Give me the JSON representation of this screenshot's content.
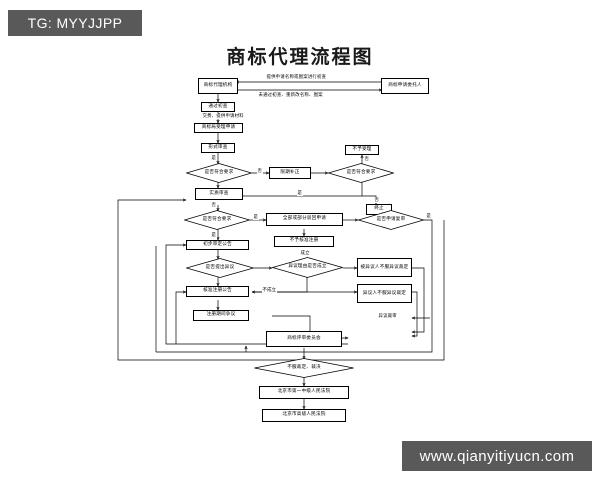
{
  "overlays": {
    "tg_badge": "TG: MYYJJPP",
    "site_badge": "www.qianyitiyucn.com",
    "badge_bg": "#595959",
    "badge_text_color": "#ffffff"
  },
  "chart_data": {
    "type": "diagram",
    "title": "商标代理流程图",
    "subtype": "flowchart",
    "background": "#ffffff",
    "line_color": "#000000",
    "nodes": [
      {
        "id": "n1",
        "label": "商标代理机构",
        "shape": "rect"
      },
      {
        "id": "n2",
        "label": "商标申请委托人",
        "shape": "rect"
      },
      {
        "id": "n3",
        "label": "通过初查",
        "shape": "rect"
      },
      {
        "id": "n4",
        "label": "商标局受理申请",
        "shape": "rect"
      },
      {
        "id": "n5",
        "label": "形式审查",
        "shape": "rect"
      },
      {
        "id": "n6",
        "label": "是否符合要求",
        "shape": "diamond"
      },
      {
        "id": "n7",
        "label": "限期补正",
        "shape": "rect"
      },
      {
        "id": "n8",
        "label": "是否符合要求",
        "shape": "diamond"
      },
      {
        "id": "n9",
        "label": "不予受理",
        "shape": "rect"
      },
      {
        "id": "n10",
        "label": "终止",
        "shape": "rect"
      },
      {
        "id": "n11",
        "label": "实质审查",
        "shape": "rect"
      },
      {
        "id": "n12",
        "label": "是否符合要求",
        "shape": "diamond"
      },
      {
        "id": "n13",
        "label": "全部或部分驳回申请",
        "shape": "rect"
      },
      {
        "id": "n14",
        "label": "是否申请复审",
        "shape": "diamond"
      },
      {
        "id": "n15",
        "label": "不予核准注册",
        "shape": "rect"
      },
      {
        "id": "n16",
        "label": "初步审定公告",
        "shape": "rect"
      },
      {
        "id": "n17",
        "label": "是否提出异议",
        "shape": "diamond"
      },
      {
        "id": "n18",
        "label": "异议理由是否成立",
        "shape": "diamond"
      },
      {
        "id": "n19",
        "label": "被异议人不服异议裁定",
        "shape": "rect"
      },
      {
        "id": "n20",
        "label": "核准注册公告",
        "shape": "rect"
      },
      {
        "id": "n21",
        "label": "异议人不服异议裁定",
        "shape": "rect"
      },
      {
        "id": "n22",
        "label": "注册期间争议",
        "shape": "rect"
      },
      {
        "id": "n23",
        "label": "商标评审委员会",
        "shape": "rect"
      },
      {
        "id": "n24",
        "label": "不服裁定、裁决",
        "shape": "diamond"
      },
      {
        "id": "n25",
        "label": "北京市第一中级人民法院",
        "shape": "rect"
      },
      {
        "id": "n26",
        "label": "北京市高级人民法院",
        "shape": "rect"
      }
    ],
    "edge_labels": [
      {
        "id": "e1",
        "text": "提供申请名称或图案进行初查"
      },
      {
        "id": "e2",
        "text": "未通过初查、重新改名称、图案"
      },
      {
        "id": "e3",
        "text": "交费、提供申请材料"
      },
      {
        "id": "e4",
        "text": "是"
      },
      {
        "id": "e5",
        "text": "否"
      },
      {
        "id": "e6",
        "text": "否"
      },
      {
        "id": "e7",
        "text": "是"
      },
      {
        "id": "e8",
        "text": "否"
      },
      {
        "id": "e9",
        "text": "是"
      },
      {
        "id": "e10",
        "text": "是"
      },
      {
        "id": "e11",
        "text": "否"
      },
      {
        "id": "e12",
        "text": "是"
      },
      {
        "id": "e13",
        "text": "成立"
      },
      {
        "id": "e14",
        "text": "不成立"
      },
      {
        "id": "e15",
        "text": "异议裁审"
      }
    ]
  }
}
